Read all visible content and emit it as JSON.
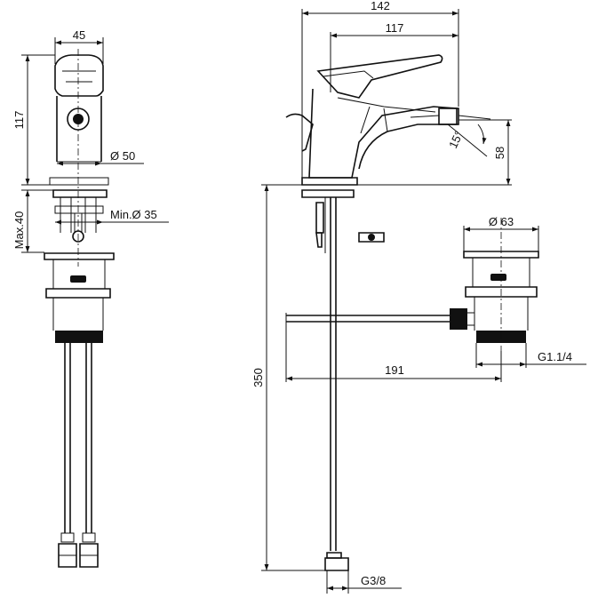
{
  "dimensions": {
    "front_width": "45",
    "front_height": "117",
    "body_diameter": "Ø 50",
    "hole_diameter": "Min.Ø 35",
    "deck_thickness": "Max.40",
    "side_total_width": "142",
    "side_spout_width": "117",
    "spray_angle": "15°",
    "spout_height": "58",
    "waste_diameter": "Ø 63",
    "rod_length": "191",
    "waste_thread": "G1.1/4",
    "hose_length": "350",
    "hose_thread": "G3/8"
  }
}
